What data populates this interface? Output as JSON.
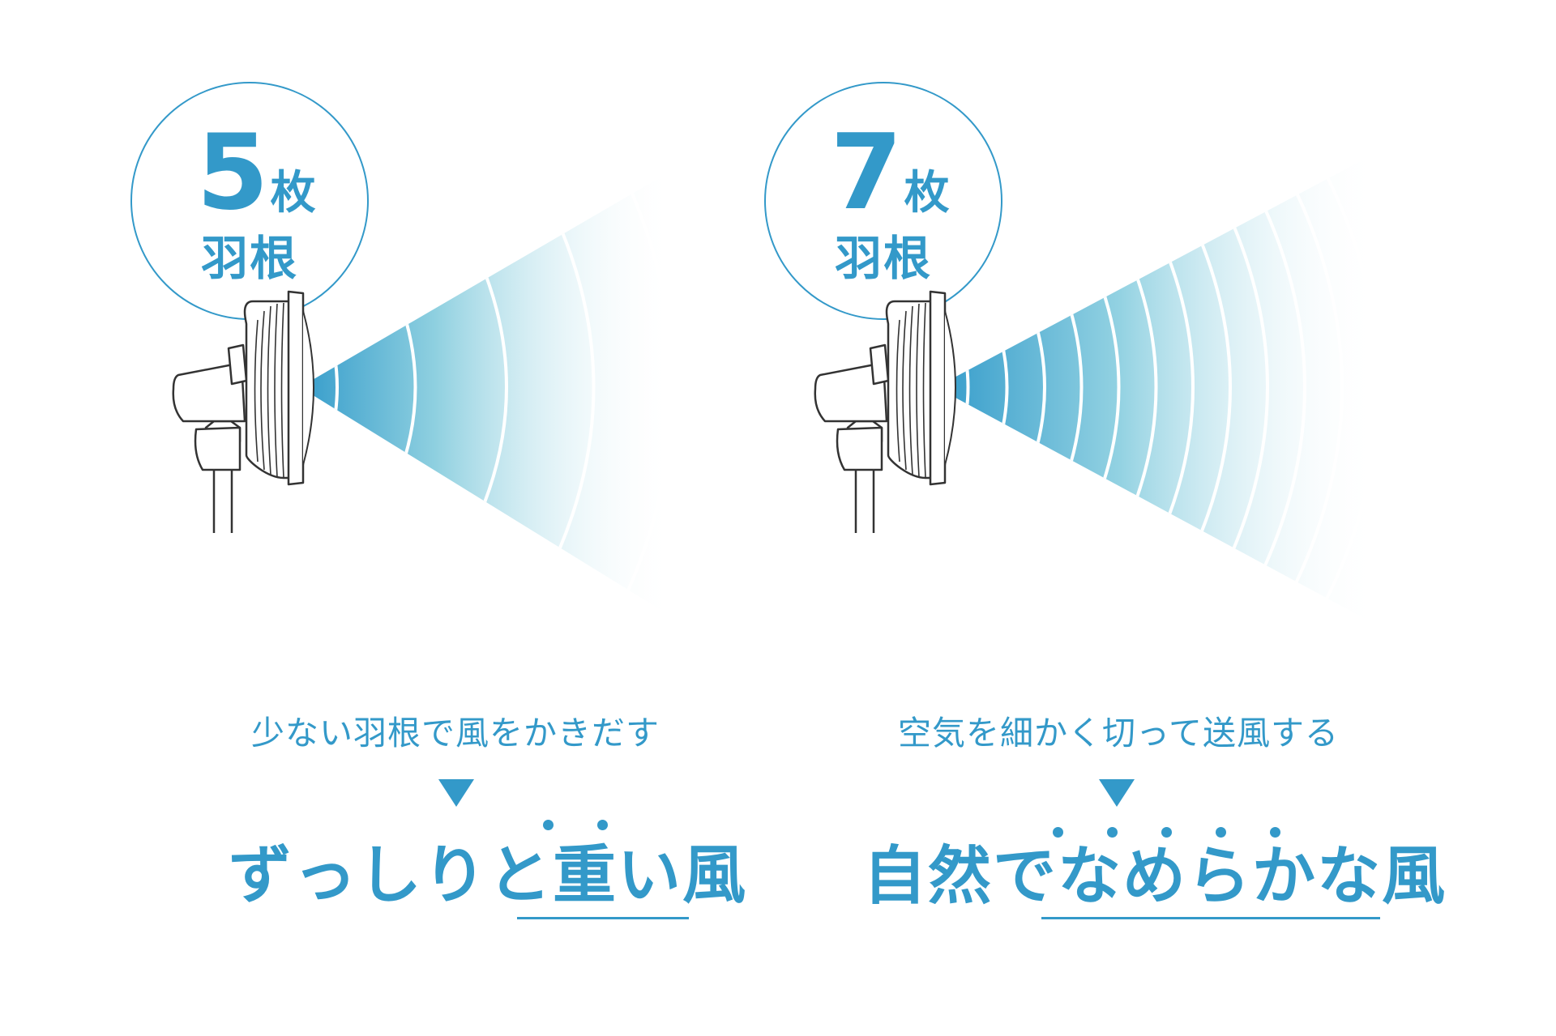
{
  "left": {
    "badge": {
      "number": "5",
      "unit": "枚",
      "label": "羽根"
    },
    "caption": "少ない羽根で風をかきだす",
    "headline": {
      "prefix": "ずっしりと",
      "emphasis": "重い風"
    }
  },
  "right": {
    "badge": {
      "number": "7",
      "unit": "枚",
      "label": "羽根"
    },
    "caption": "空気を細かく切って送風する",
    "headline": {
      "prefix": "自然で",
      "emphasis": "なめらかな風"
    }
  },
  "colors": {
    "accent": "#3399c9",
    "wind_deep": "#3a9fcc",
    "line": "#333333"
  },
  "icons": {
    "fan": "electric-fan-icon",
    "arrow": "triangle-down-icon"
  }
}
